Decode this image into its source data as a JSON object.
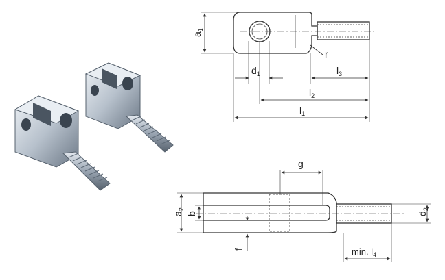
{
  "labels": {
    "a1": "a",
    "a1_sub": "1",
    "d1": "d",
    "d1_sub": "1",
    "r": "r",
    "l3": "l",
    "l3_sub": "3",
    "l2": "l",
    "l2_sub": "2",
    "l1": "l",
    "l1_sub": "1",
    "g": "g",
    "a2": "a",
    "a2_sub": "2",
    "b": "b",
    "d2": "d",
    "d2_sub": "2",
    "f": "f",
    "min_l4": "min. l",
    "min_l4_sub": "4"
  },
  "colors": {
    "line": "#333333",
    "metal_light": "#dfe5ec",
    "metal_mid": "#a9b4c0",
    "metal_dark": "#5f6b78",
    "thread": "#8d98a5"
  }
}
